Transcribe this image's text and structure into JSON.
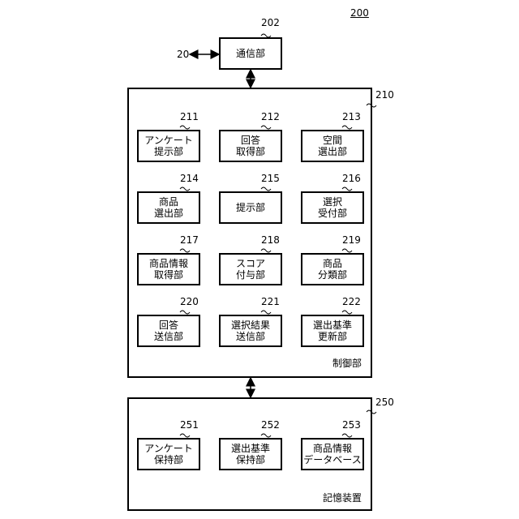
{
  "figure_number": "200",
  "external_ref": "20",
  "comm": {
    "ref": "202",
    "label": "通信部"
  },
  "control": {
    "ref": "210",
    "label": "制御部",
    "modules": [
      {
        "ref": "211",
        "label": "アンケート\n提示部"
      },
      {
        "ref": "212",
        "label": "回答\n取得部"
      },
      {
        "ref": "213",
        "label": "空間\n選出部"
      },
      {
        "ref": "214",
        "label": "商品\n選出部"
      },
      {
        "ref": "215",
        "label": "提示部"
      },
      {
        "ref": "216",
        "label": "選択\n受付部"
      },
      {
        "ref": "217",
        "label": "商品情報\n取得部"
      },
      {
        "ref": "218",
        "label": "スコア\n付与部"
      },
      {
        "ref": "219",
        "label": "商品\n分類部"
      },
      {
        "ref": "220",
        "label": "回答\n送信部"
      },
      {
        "ref": "221",
        "label": "選択結果\n送信部"
      },
      {
        "ref": "222",
        "label": "選出基準\n更新部"
      }
    ]
  },
  "storage": {
    "ref": "250",
    "label": "記憶装置",
    "modules": [
      {
        "ref": "251",
        "label": "アンケート\n保持部"
      },
      {
        "ref": "252",
        "label": "選出基準\n保持部"
      },
      {
        "ref": "253",
        "label": "商品情報\nデータベース"
      }
    ]
  }
}
